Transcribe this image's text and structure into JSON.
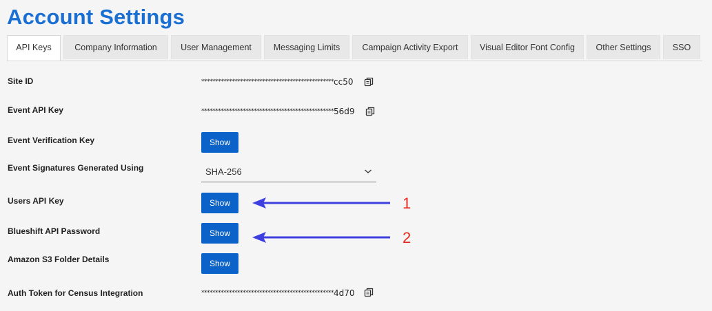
{
  "page": {
    "title": "Account Settings"
  },
  "tabs": [
    {
      "label": "API Keys",
      "active": true
    },
    {
      "label": "Company Information",
      "active": false
    },
    {
      "label": "User Management",
      "active": false
    },
    {
      "label": "Messaging Limits",
      "active": false
    },
    {
      "label": "Campaign Activity Export",
      "active": false
    },
    {
      "label": "Visual Editor Font Config",
      "active": false
    },
    {
      "label": "Other Settings",
      "active": false
    },
    {
      "label": "SSO",
      "active": false
    }
  ],
  "rows": {
    "site_id": {
      "label": "Site ID",
      "mask": "************************************************",
      "suffix": "cc50"
    },
    "event_api_key": {
      "label": "Event API Key",
      "mask": "************************************************",
      "suffix": "56d9"
    },
    "event_verification_key": {
      "label": "Event Verification Key",
      "button": "Show"
    },
    "event_signatures": {
      "label": "Event Signatures Generated Using",
      "value": "SHA-256"
    },
    "users_api_key": {
      "label": "Users API Key",
      "button": "Show"
    },
    "blueshift_api_password": {
      "label": "Blueshift API Password",
      "button": "Show"
    },
    "amazon_s3": {
      "label": "Amazon S3 Folder Details",
      "button": "Show"
    },
    "auth_token": {
      "label": "Auth Token for Census Integration",
      "mask": "************************************************",
      "suffix": "4d70"
    }
  },
  "annotations": {
    "one": "1",
    "two": "2"
  },
  "colors": {
    "title": "#1a6fd3",
    "button": "#0b63c9",
    "arrow": "#3d3fe0",
    "annotation": "#e8281e"
  },
  "icons": {
    "copy": "copy-icon",
    "chevron": "chevron-down-icon",
    "arrow": "arrow-left-icon"
  }
}
